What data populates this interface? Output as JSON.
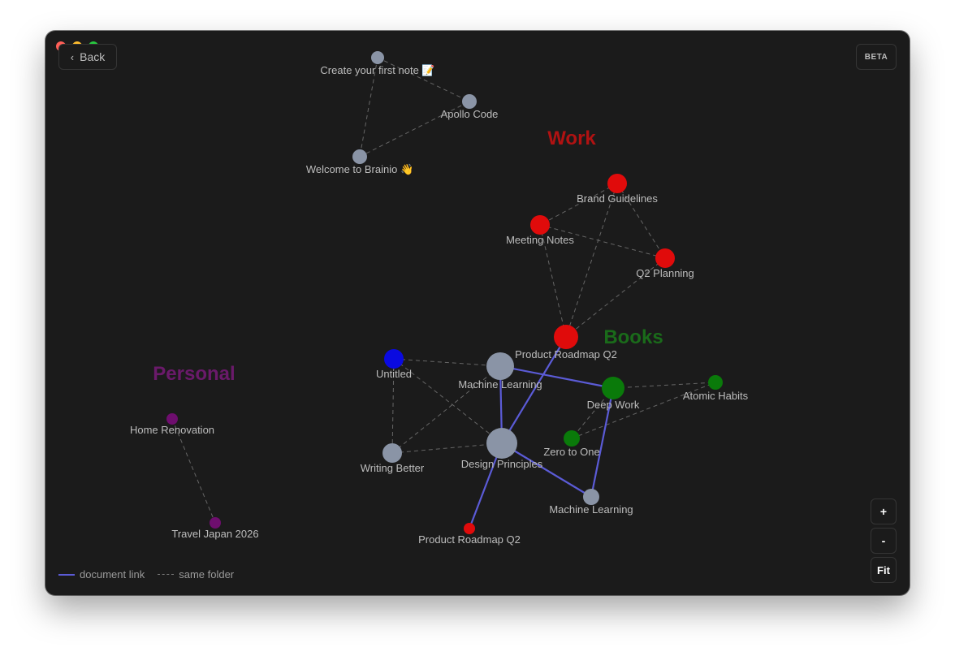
{
  "window": {
    "back_label": "Back",
    "beta_label": "BETA"
  },
  "zoom_controls": {
    "zoom_in": "+",
    "zoom_out": "-",
    "fit": "Fit"
  },
  "legend": {
    "document_link": "document link",
    "same_folder": "same folder"
  },
  "colors": {
    "link": "#5b5bd6",
    "work": "#b01212",
    "books": "#1a6b1a",
    "personal": "#6a1a6a",
    "red": "#e00b0b",
    "blue": "#0a0ae0",
    "green": "#0a7a0a",
    "gray": "#8a94a6",
    "purple": "#6e0e6e"
  },
  "clusters": [
    {
      "label": "Work",
      "color": "work"
    },
    {
      "label": "Books",
      "color": "books"
    },
    {
      "label": "Personal",
      "color": "personal"
    }
  ],
  "nodes": [
    {
      "label": "Create your first note 📝",
      "color": "gray"
    },
    {
      "label": "Apollo Code",
      "color": "gray"
    },
    {
      "label": "Welcome to Brainio 👋",
      "color": "gray"
    },
    {
      "label": "Brand Guidelines",
      "color": "red"
    },
    {
      "label": "Meeting Notes",
      "color": "red"
    },
    {
      "label": "Q2 Planning",
      "color": "red"
    },
    {
      "label": "Product Roadmap Q2",
      "color": "red"
    },
    {
      "label": "Untitled",
      "color": "blue"
    },
    {
      "label": "Machine Learning",
      "color": "gray"
    },
    {
      "label": "Deep Work",
      "color": "green"
    },
    {
      "label": "Atomic Habits",
      "color": "green"
    },
    {
      "label": "Zero to One",
      "color": "green"
    },
    {
      "label": "Writing Better",
      "color": "gray"
    },
    {
      "label": "Design Principles",
      "color": "gray"
    },
    {
      "label": "Machine Learning",
      "color": "gray"
    },
    {
      "label": "Product Roadmap Q2",
      "color": "red"
    },
    {
      "label": "Home Renovation",
      "color": "purple"
    },
    {
      "label": "Travel Japan 2026",
      "color": "purple"
    }
  ],
  "edges": {
    "same_folder": [
      [
        0,
        1
      ],
      [
        0,
        2
      ],
      [
        2,
        1
      ],
      [
        3,
        4
      ],
      [
        3,
        5
      ],
      [
        4,
        5
      ],
      [
        4,
        6
      ],
      [
        3,
        6
      ],
      [
        5,
        6
      ],
      [
        7,
        8
      ],
      [
        7,
        12
      ],
      [
        7,
        13
      ],
      [
        12,
        8
      ],
      [
        12,
        13
      ],
      [
        9,
        10
      ],
      [
        9,
        11
      ],
      [
        11,
        10
      ],
      [
        16,
        17
      ]
    ],
    "document_link": [
      [
        8,
        9
      ],
      [
        8,
        13
      ],
      [
        6,
        13
      ],
      [
        13,
        15
      ],
      [
        13,
        14
      ],
      [
        14,
        9
      ]
    ]
  }
}
